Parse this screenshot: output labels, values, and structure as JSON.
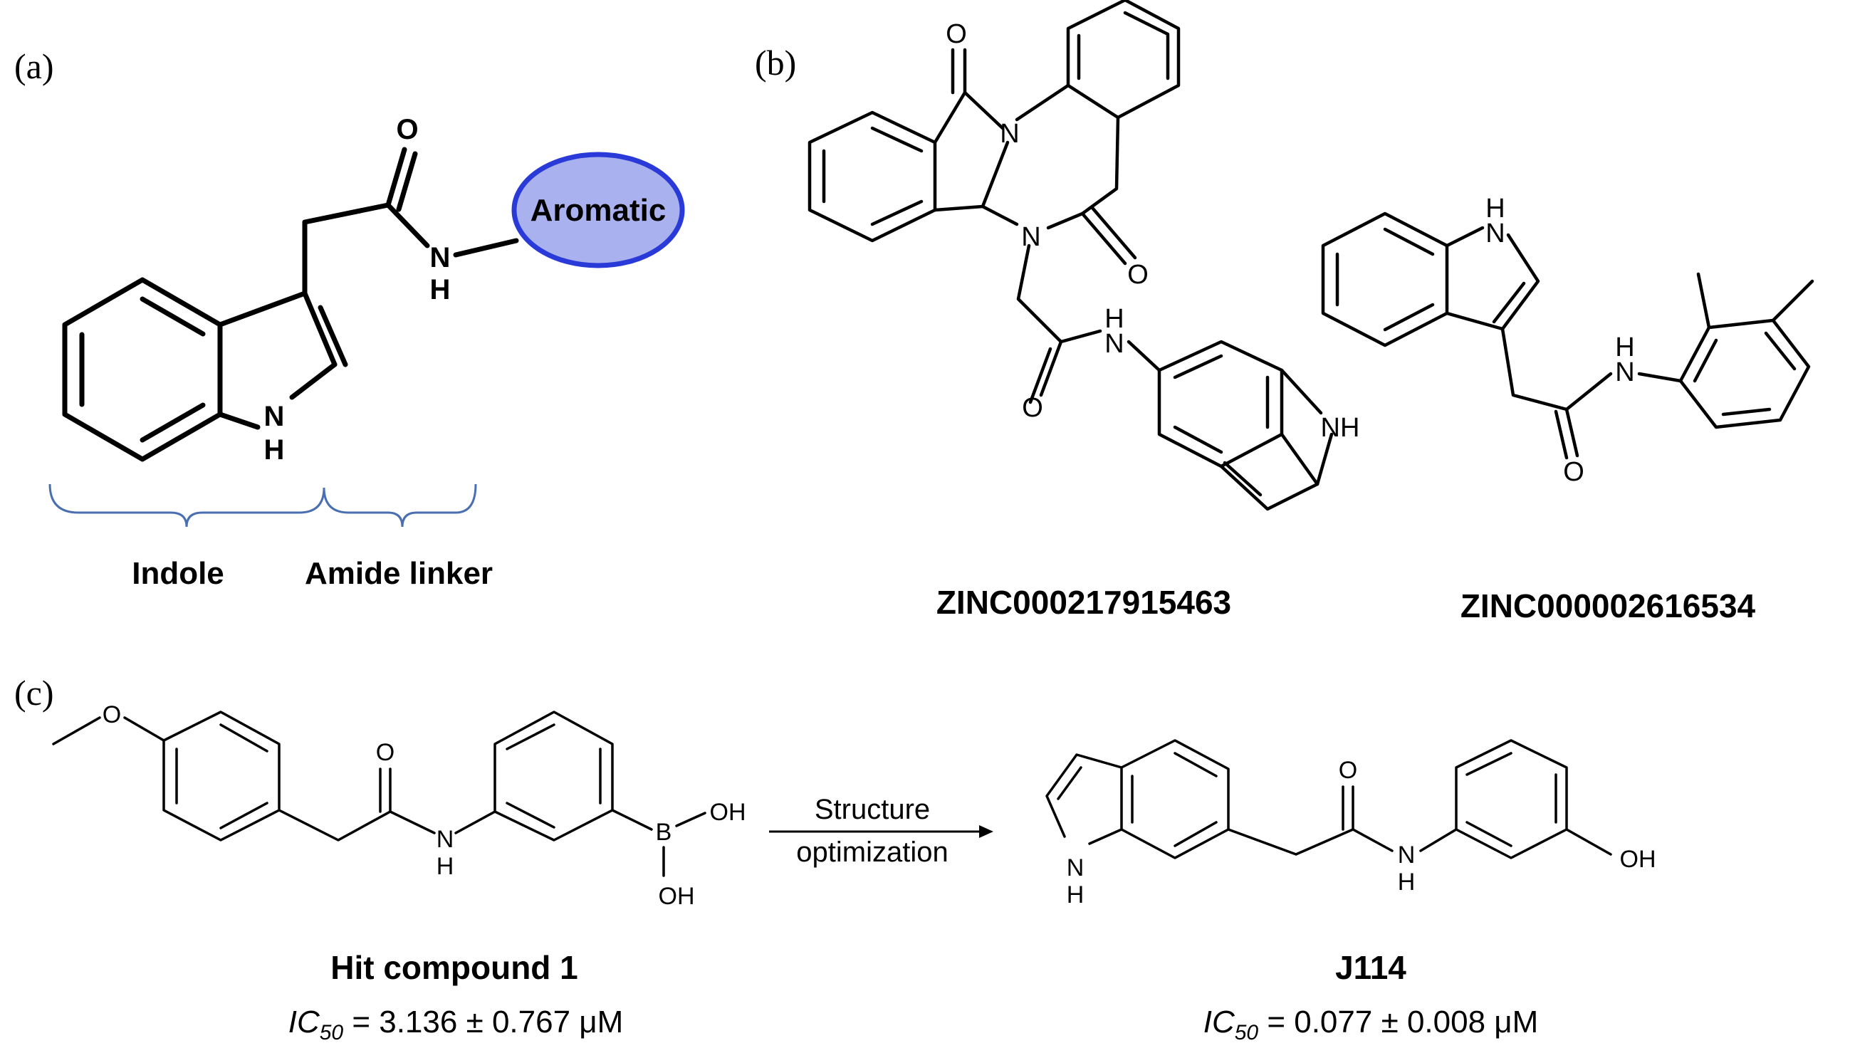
{
  "panels": {
    "a": {
      "label": "(a)",
      "group_label": "Aromatic",
      "group_color": "#a9b2ee",
      "group_border": "#2a3ad8",
      "brace_color": "#4a6fb0",
      "atoms": {
        "o": "O",
        "nh_amide": "N",
        "h_amide": "H",
        "nh_indole": "N",
        "h_indole": "H"
      },
      "segments": [
        "Indole",
        "Amide linker"
      ]
    },
    "b": {
      "label": "(b)",
      "atoms": {
        "o_top": "O",
        "n_ring1": "N",
        "n_ring2": "N",
        "o_right": "O",
        "o_amide": "O",
        "nh_amide": "H",
        "nh_amide_n": "N",
        "nh_indole": "NH",
        "h2_indole": "H",
        "n2_indole": "N",
        "h2_amide": "H",
        "n2_amide": "N",
        "o2_amide": "O"
      },
      "compounds": [
        "ZINC000217915463",
        "ZINC000002616534"
      ]
    },
    "c": {
      "label": "(c)",
      "atoms": {
        "o_methoxy": "O",
        "o_amide1": "O",
        "n_amide1": "N",
        "h_amide1": "H",
        "b": "B",
        "oh_top": "OH",
        "oh_bottom": "OH",
        "n_indole": "N",
        "h_indole": "H",
        "o_amide2": "O",
        "n_amide2": "N",
        "h_amide2": "H",
        "oh_phenol": "OH"
      },
      "arrow_label_top": "Structure",
      "arrow_label_bottom": "optimization",
      "compounds": [
        {
          "name": "Hit compound 1",
          "ic50_label": "IC",
          "ic50_sub": "50",
          "ic50_value": " = 3.136 ± 0.767 μM"
        },
        {
          "name": "J114",
          "ic50_label": "IC",
          "ic50_sub": "50",
          "ic50_value": " = 0.077 ± 0.008 μM"
        }
      ]
    }
  }
}
